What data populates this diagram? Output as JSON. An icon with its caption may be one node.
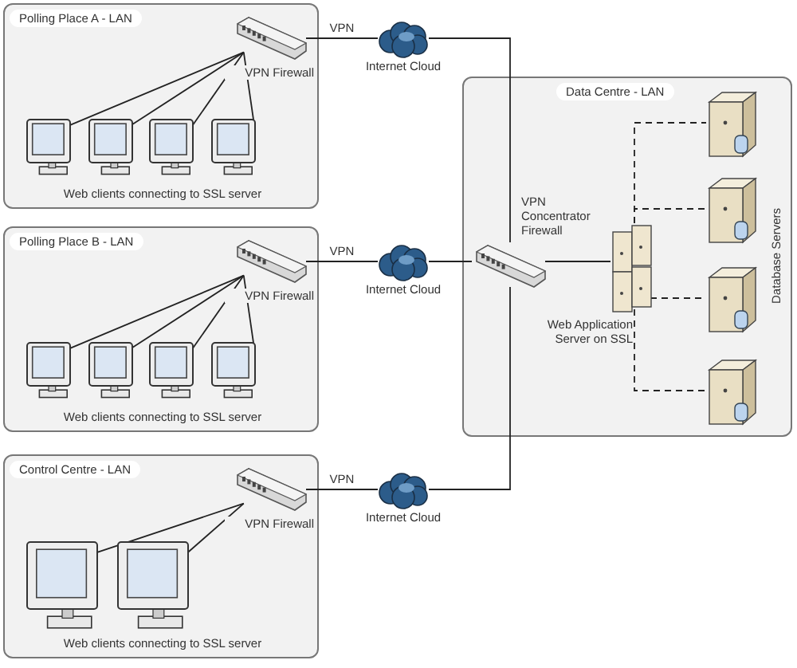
{
  "diagram": {
    "nodes": [
      {
        "text": [
          "Polling Place A - LAN",
          "Web clients connecting to SSL server"
        ]
      },
      {
        "text": [
          "VPN Firewall"
        ],
        "in": 0
      },
      {
        "text": [],
        "shape": "monitor",
        "in": 0
      },
      {
        "text": [],
        "shape": "monitor",
        "in": 0
      },
      {
        "text": [],
        "shape": "monitor",
        "in": 0
      },
      {
        "text": [],
        "shape": "monitor",
        "in": 0
      },
      {
        "text": [
          "Internet Cloud"
        ]
      },
      {
        "text": [
          "Polling Place B - LAN",
          "Web clients connecting to SSL server"
        ]
      },
      {
        "text": [
          "VPN Firewall"
        ],
        "in": 7
      },
      {
        "text": [],
        "shape": "monitor",
        "in": 7
      },
      {
        "text": [],
        "shape": "monitor",
        "in": 7
      },
      {
        "text": [],
        "shape": "monitor",
        "in": 7
      },
      {
        "text": [],
        "shape": "monitor",
        "in": 7
      },
      {
        "text": [
          "Internet Cloud"
        ]
      },
      {
        "text": [
          "Control Centre - LAN",
          "Web clients connecting to SSL server"
        ]
      },
      {
        "text": [
          "VPN Firewall"
        ],
        "in": 14
      },
      {
        "text": [],
        "shape": "monitor",
        "in": 14
      },
      {
        "text": [],
        "shape": "monitor",
        "in": 14
      },
      {
        "text": [
          "Internet Cloud"
        ]
      },
      {
        "text": [
          "Data Centre - LAN"
        ]
      },
      {
        "text": [
          "VPN Concentrator Firewall"
        ],
        "in": 19
      },
      {
        "text": [
          "Web Application Server on SSL"
        ],
        "in": 19
      },
      {
        "text": [],
        "shape": "server",
        "in": 19
      },
      {
        "text": [],
        "shape": "server",
        "in": 19
      },
      {
        "text": [],
        "shape": "server",
        "in": 19
      },
      {
        "text": [],
        "shape": "server",
        "in": 19
      }
    ],
    "edges": [
      {
        "from": 2,
        "to": 1,
        "arrow": "none"
      },
      {
        "from": 3,
        "to": 1,
        "arrow": "none"
      },
      {
        "from": 4,
        "to": 1,
        "arrow": "none"
      },
      {
        "from": 5,
        "to": 1,
        "arrow": "none"
      },
      {
        "from": 1,
        "to": 6,
        "arrow": "none",
        "label": "VPN"
      },
      {
        "from": 6,
        "to": 20,
        "arrow": "none"
      },
      {
        "from": 9,
        "to": 8,
        "arrow": "none"
      },
      {
        "from": 10,
        "to": 8,
        "arrow": "none"
      },
      {
        "from": 11,
        "to": 8,
        "arrow": "none"
      },
      {
        "from": 12,
        "to": 8,
        "arrow": "none"
      },
      {
        "from": 8,
        "to": 13,
        "arrow": "none",
        "label": "VPN"
      },
      {
        "from": 13,
        "to": 20,
        "arrow": "none"
      },
      {
        "from": 16,
        "to": 15,
        "arrow": "none"
      },
      {
        "from": 17,
        "to": 15,
        "arrow": "none"
      },
      {
        "from": 15,
        "to": 18,
        "arrow": "none",
        "label": "VPN"
      },
      {
        "from": 18,
        "to": 20,
        "arrow": "none"
      },
      {
        "from": 20,
        "to": 21,
        "arrow": "none"
      },
      {
        "from": 21,
        "to": 22,
        "arrow": "none",
        "style": "dashed"
      },
      {
        "from": 21,
        "to": 23,
        "arrow": "none",
        "style": "dashed"
      },
      {
        "from": 21,
        "to": 24,
        "arrow": "none",
        "style": "dashed"
      },
      {
        "from": 21,
        "to": 25,
        "arrow": "none",
        "style": "dashed"
      }
    ],
    "labels": [
      "Database Servers"
    ]
  }
}
